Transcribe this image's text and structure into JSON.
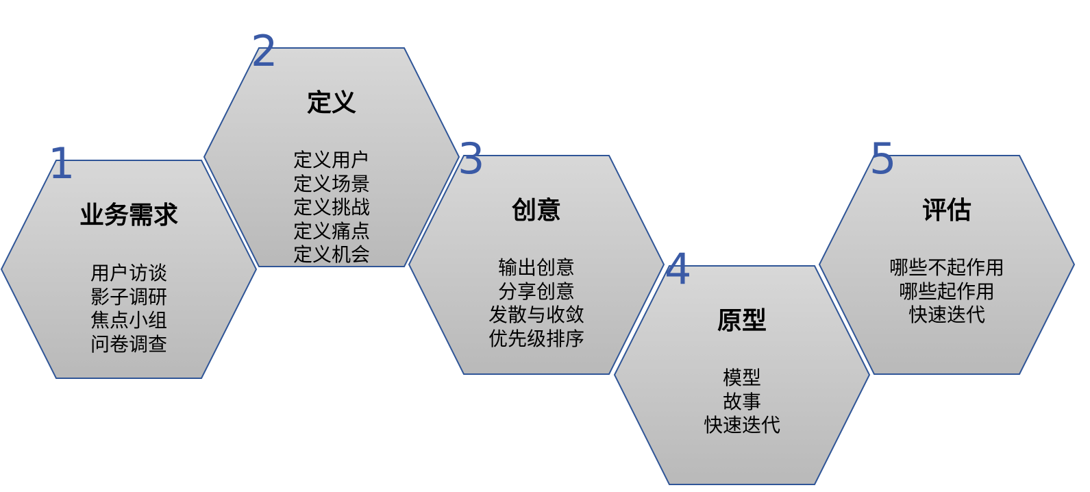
{
  "colors": {
    "hex_fill_top": "#d8d8d8",
    "hex_fill_bottom": "#b9b9b9",
    "hex_stroke": "#2f5597",
    "number": "#3a5aa6"
  },
  "stages": [
    {
      "number": "1",
      "title": "业务需求",
      "items": [
        "用户访谈",
        "影子调研",
        "焦点小组",
        "问卷调查"
      ]
    },
    {
      "number": "2",
      "title": "定义",
      "items": [
        "定义用户",
        "定义场景",
        "定义挑战",
        "定义痛点",
        "定义机会"
      ]
    },
    {
      "number": "3",
      "title": "创意",
      "items": [
        "输出创意",
        "分享创意",
        "发散与收敛",
        "优先级排序"
      ]
    },
    {
      "number": "4",
      "title": "原型",
      "items": [
        "模型",
        "故事",
        "快速迭代"
      ]
    },
    {
      "number": "5",
      "title": "评估",
      "items": [
        "哪些不起作用",
        "哪些起作用",
        "快速迭代"
      ]
    }
  ]
}
